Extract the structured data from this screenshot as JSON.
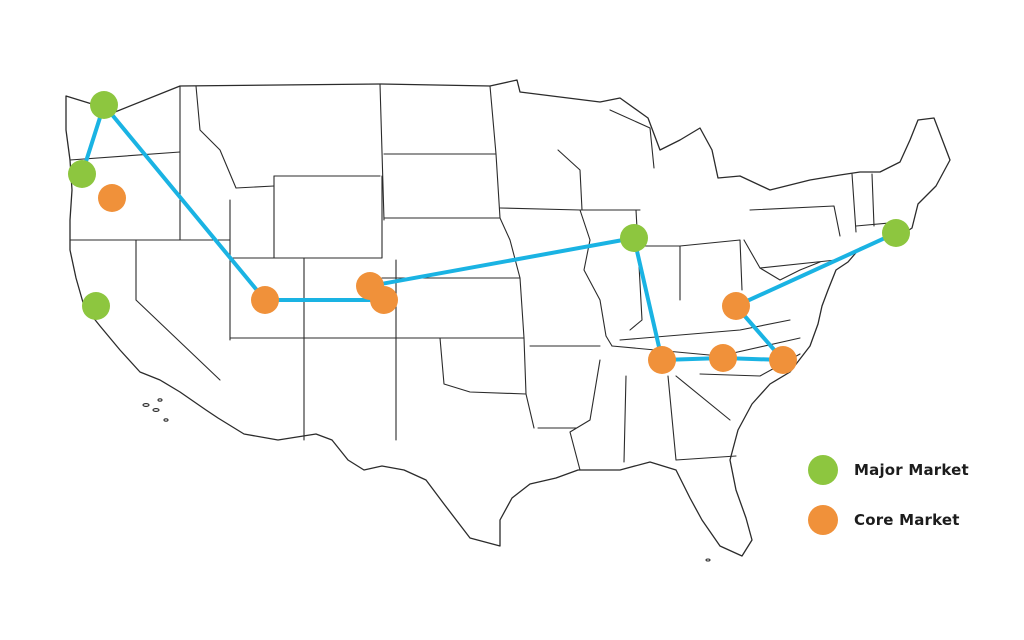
{
  "colors": {
    "major": "#8dc63f",
    "core": "#f0913a",
    "route": "#1ab3e3"
  },
  "legend": [
    {
      "key": "major",
      "label": "Major Market"
    },
    {
      "key": "core",
      "label": "Core Market"
    }
  ],
  "markets": [
    {
      "id": "major-1",
      "type": "major"
    },
    {
      "id": "major-2",
      "type": "major"
    },
    {
      "id": "major-3",
      "type": "major"
    },
    {
      "id": "major-4",
      "type": "major"
    },
    {
      "id": "major-5",
      "type": "major"
    },
    {
      "id": "core-1",
      "type": "core"
    },
    {
      "id": "core-2",
      "type": "core"
    },
    {
      "id": "core-3",
      "type": "core"
    },
    {
      "id": "core-4",
      "type": "core"
    },
    {
      "id": "core-5",
      "type": "core"
    },
    {
      "id": "core-6",
      "type": "core"
    },
    {
      "id": "core-7",
      "type": "core"
    },
    {
      "id": "core-8",
      "type": "core"
    }
  ],
  "routes": [
    [
      "major-2",
      "major-1"
    ],
    [
      "major-1",
      "core-1"
    ],
    [
      "core-1",
      "core-3"
    ],
    [
      "core-2",
      "major-4"
    ],
    [
      "major-4",
      "core-5"
    ],
    [
      "core-5",
      "core-6"
    ],
    [
      "core-6",
      "core-7"
    ],
    [
      "core-7",
      "core-8"
    ],
    [
      "core-8",
      "core-4"
    ],
    [
      "core-4",
      "major-5"
    ]
  ]
}
